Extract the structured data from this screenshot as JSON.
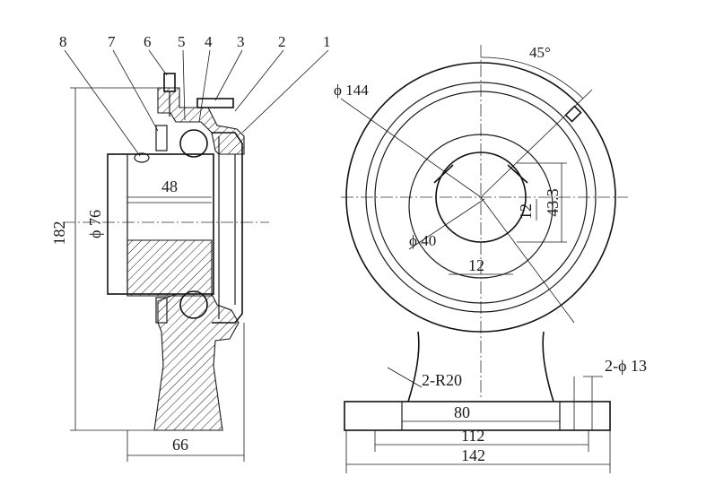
{
  "part_numbers": [
    "8",
    "7",
    "6",
    "5",
    "4",
    "3",
    "2",
    "1"
  ],
  "side_view": {
    "dim_width_48": "48",
    "dim_bore": "ϕ 76",
    "dim_height": "182",
    "dim_width_66": "66"
  },
  "front_view": {
    "angle": "45°",
    "dim_outer": "ϕ 144",
    "dim_inner": "ϕ 40",
    "dim_43_3": "43.3",
    "dim_12_vertical": "12",
    "dim_12_horizontal": "12",
    "radius_note": "2-R20",
    "hole_note": "2-ϕ 13",
    "dim_80": "80",
    "dim_112": "112",
    "dim_142": "142"
  }
}
